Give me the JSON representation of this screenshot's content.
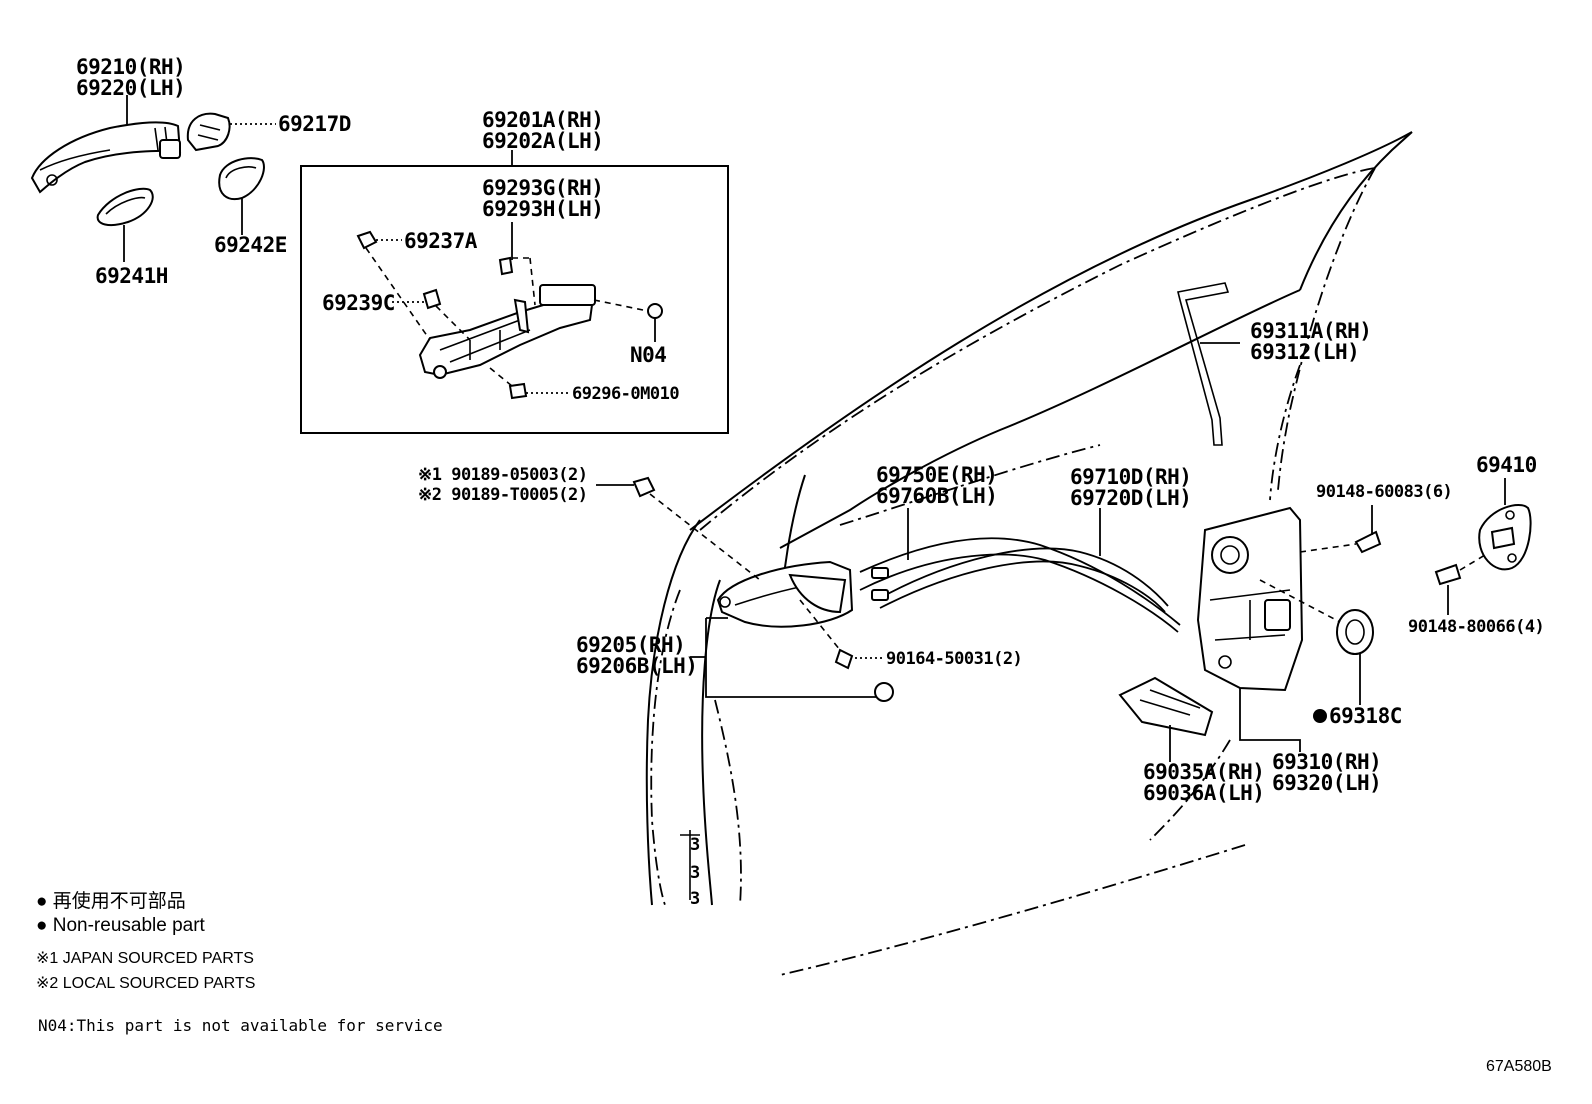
{
  "diagram_id": "67A580B",
  "callouts": {
    "handle_outer": [
      "69210(RH)",
      "69220(LH)"
    ],
    "cover_69217D": "69217D",
    "pad_69242E": "69242E",
    "pad_69241H": "69241H",
    "frame_assy": [
      "69201A(RH)",
      "69202A(LH)"
    ],
    "frame_sub": [
      "69293G(RH)",
      "69293H(LH)"
    ],
    "clip_69237A": "69237A",
    "clip_69239C": "69239C",
    "n04": "N04",
    "screw_69296": "69296-0M010",
    "clip_90189_a": "※1 90189-05003(2)",
    "clip_90189_b": "※2 90189-T0005(2)",
    "inside_handle": [
      "69205(RH)",
      "69206B(LH)"
    ],
    "screw_90164": "90164-50031(2)",
    "cable_69750": [
      "69750E(RH)",
      "69760B(LH)"
    ],
    "cable_69710": [
      "69710D(RH)",
      "69720D(LH)"
    ],
    "rod_69311": [
      "69311A(RH)",
      "69312(LH)"
    ],
    "screw_90148_60083": "90148-60083(6)",
    "striker": "69410",
    "screw_90148_80066": "90148-80066(4)",
    "seal_69318C": "69318C",
    "lock_assy": [
      "69310(RH)",
      "69320(LH)"
    ],
    "protector": [
      "69035A(RH)",
      "69036A(LH)"
    ]
  },
  "legend": {
    "nonreusable_jp": "● 再使用不可部品",
    "nonreusable_en": "● Non-reusable part",
    "note1": "※1 JAPAN SOURCED PARTS",
    "note2": "※2 LOCAL SOURCED PARTS",
    "n04_note": "N04:This part is not available for service"
  }
}
